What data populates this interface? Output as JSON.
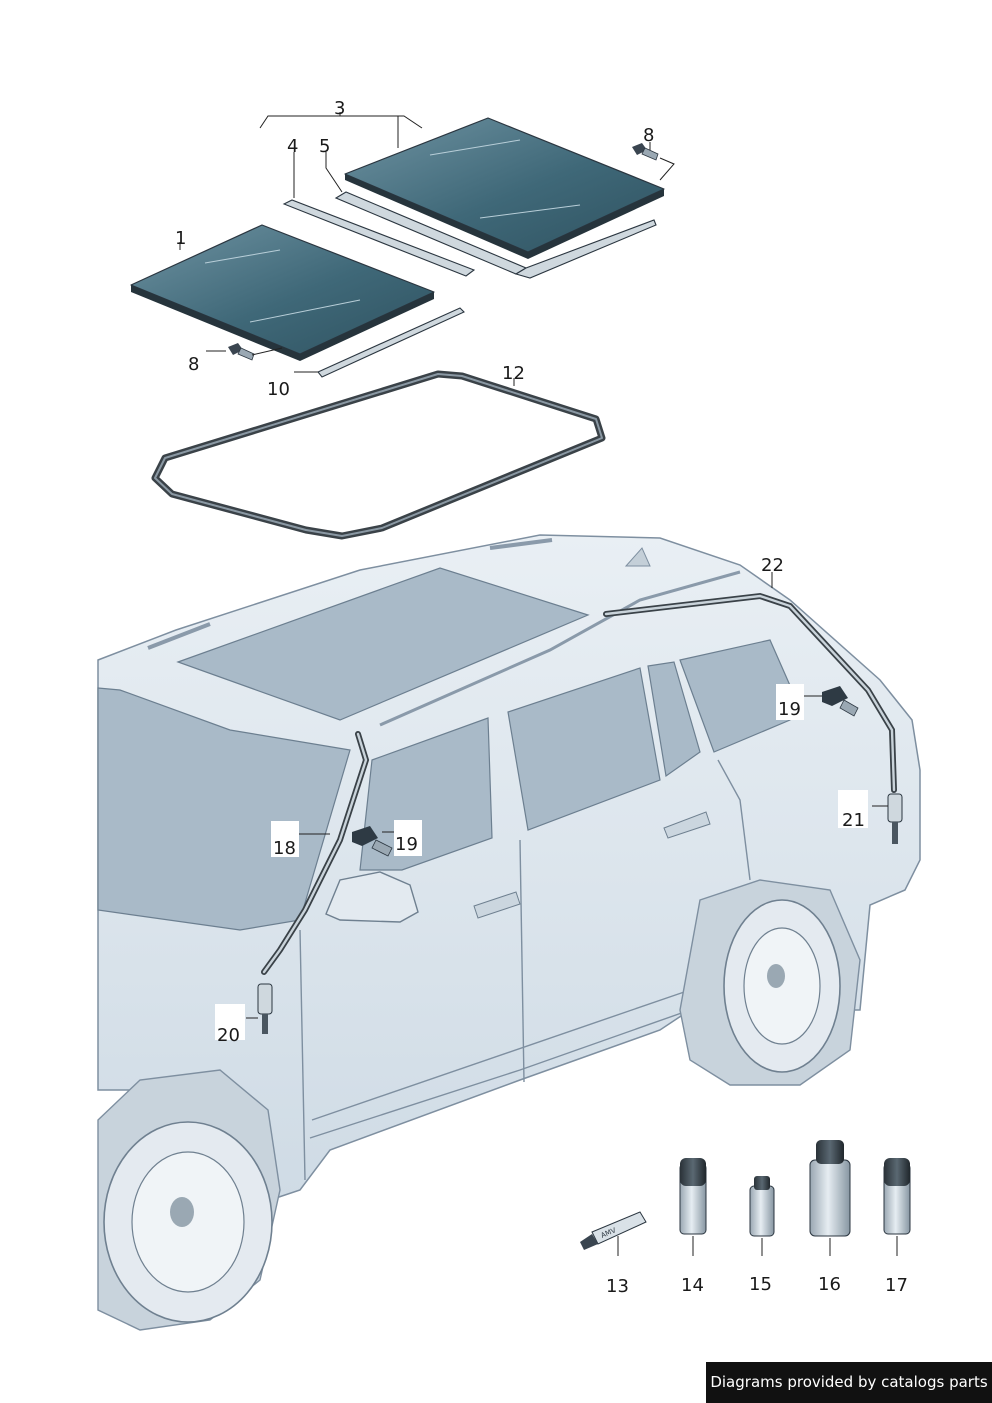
{
  "callouts": {
    "c1": "1",
    "c3": "3",
    "c4": "4",
    "c5": "5",
    "c8a": "8",
    "c8b": "8",
    "c10": "10",
    "c12": "12",
    "c13": "13",
    "c14": "14",
    "c15": "15",
    "c16": "16",
    "c17": "17",
    "c18": "18",
    "c19a": "19",
    "c19b": "19",
    "c20": "20",
    "c21": "21",
    "c22": "22"
  },
  "tube_label": "AMV",
  "credit": "Diagrams provided by catalogs parts",
  "colors": {
    "glass_panel": "#3f6878",
    "car_body": "#dde6ee",
    "seal": "#3a4248",
    "credit_bg": "#111111"
  }
}
